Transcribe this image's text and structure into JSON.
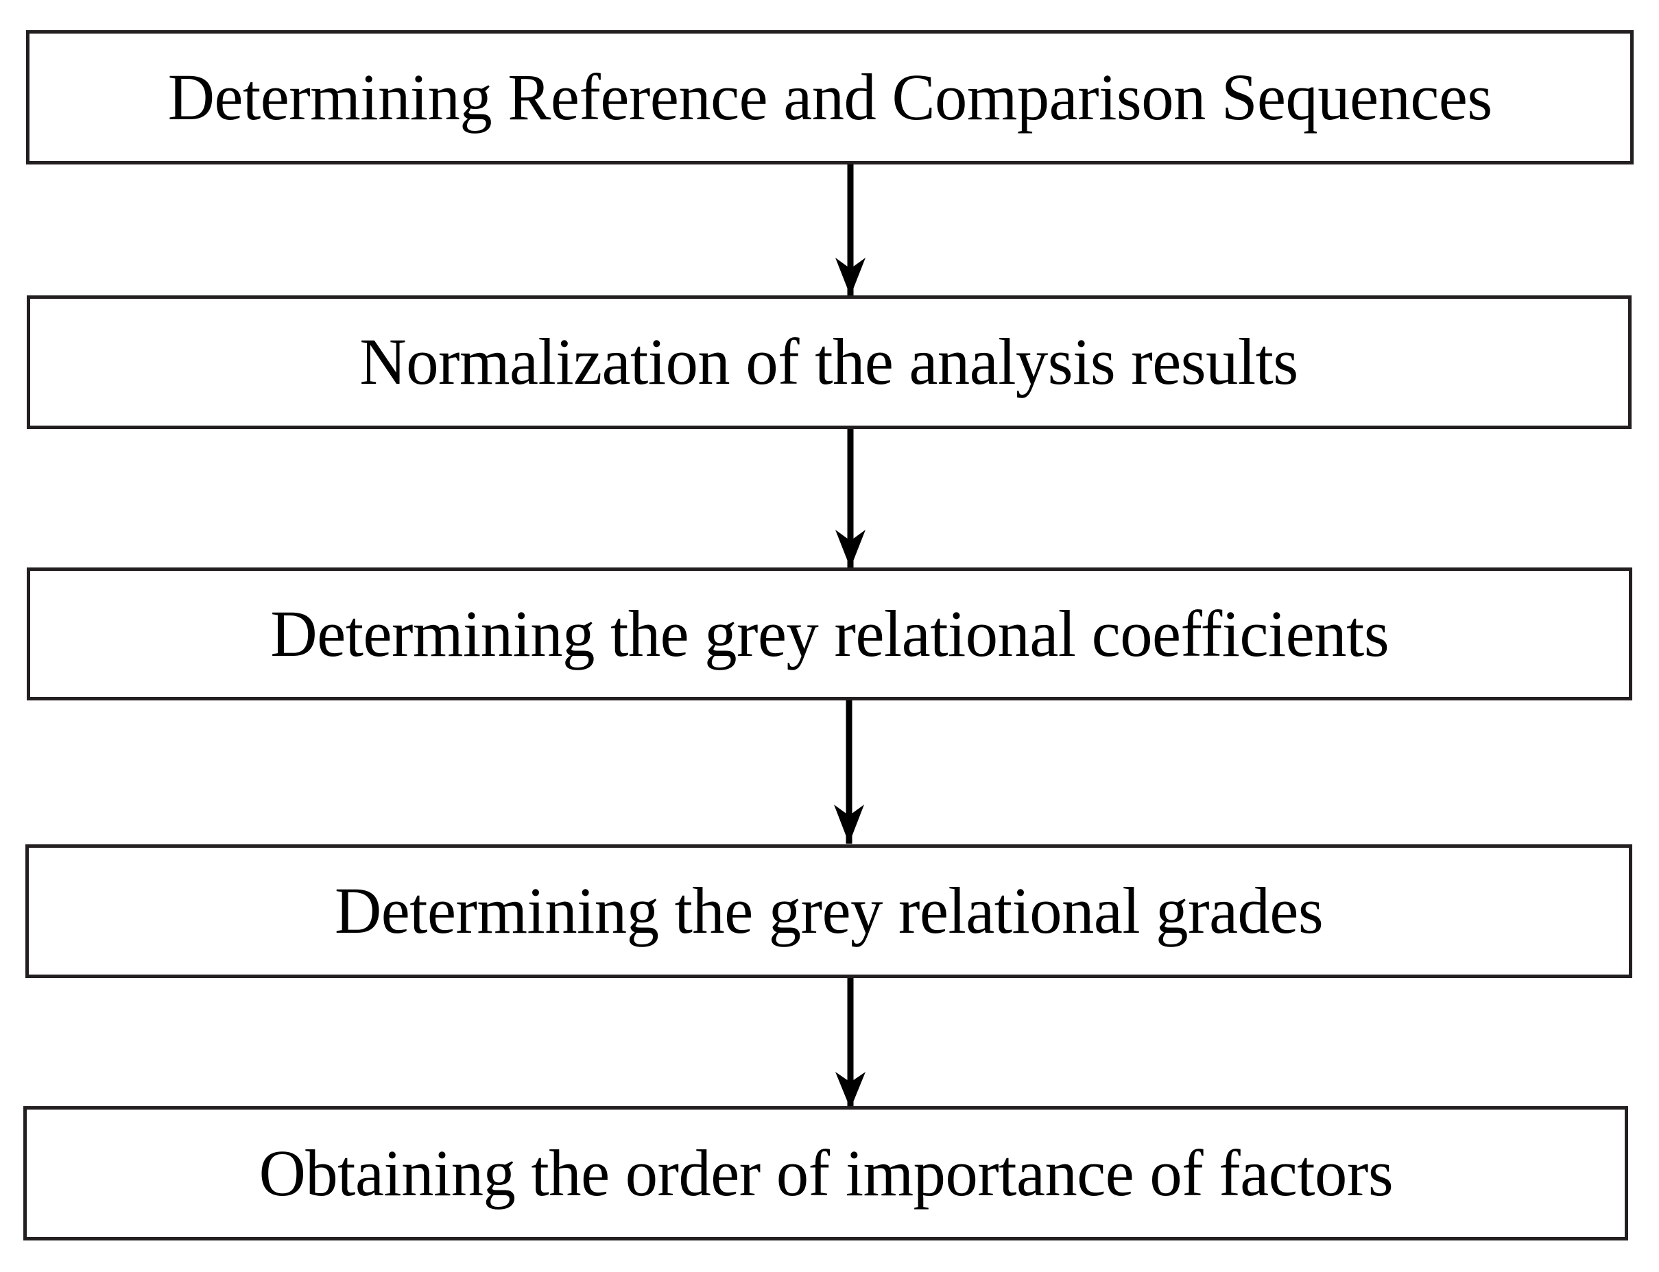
{
  "diagram": {
    "title": "Grey Relational Analysis Procedure Flowchart",
    "orientation": "vertical-top-to-bottom",
    "background_color": "#ffffff",
    "node_border_color": "#231f20",
    "node_fill_color": "#ffffff",
    "arrow_color": "#000000",
    "text_color": "#000000",
    "nodes": [
      {
        "id": "step-1",
        "label": "Determining Reference and Comparison Sequences",
        "shape": "rectangle",
        "order": 1
      },
      {
        "id": "step-2",
        "label": "Normalization of the analysis results",
        "shape": "rectangle",
        "order": 2
      },
      {
        "id": "step-3",
        "label": "Determining the grey relational coefficients",
        "shape": "rectangle",
        "order": 3
      },
      {
        "id": "step-4",
        "label": "Determining the grey relational grades",
        "shape": "rectangle",
        "order": 4
      },
      {
        "id": "step-5",
        "label": "Obtaining the order of importance of factors",
        "shape": "rectangle",
        "order": 5
      }
    ],
    "connectors": [
      {
        "id": "arrow-1",
        "from": "step-1",
        "to": "step-2",
        "style": "solid-line-with-arrowhead",
        "direction": "down"
      },
      {
        "id": "arrow-2",
        "from": "step-2",
        "to": "step-3",
        "style": "solid-line-with-arrowhead",
        "direction": "down"
      },
      {
        "id": "arrow-3",
        "from": "step-3",
        "to": "step-4",
        "style": "solid-line-with-arrowhead",
        "direction": "down"
      },
      {
        "id": "arrow-4",
        "from": "step-4",
        "to": "step-5",
        "style": "solid-line-with-arrowhead",
        "direction": "down"
      }
    ]
  }
}
